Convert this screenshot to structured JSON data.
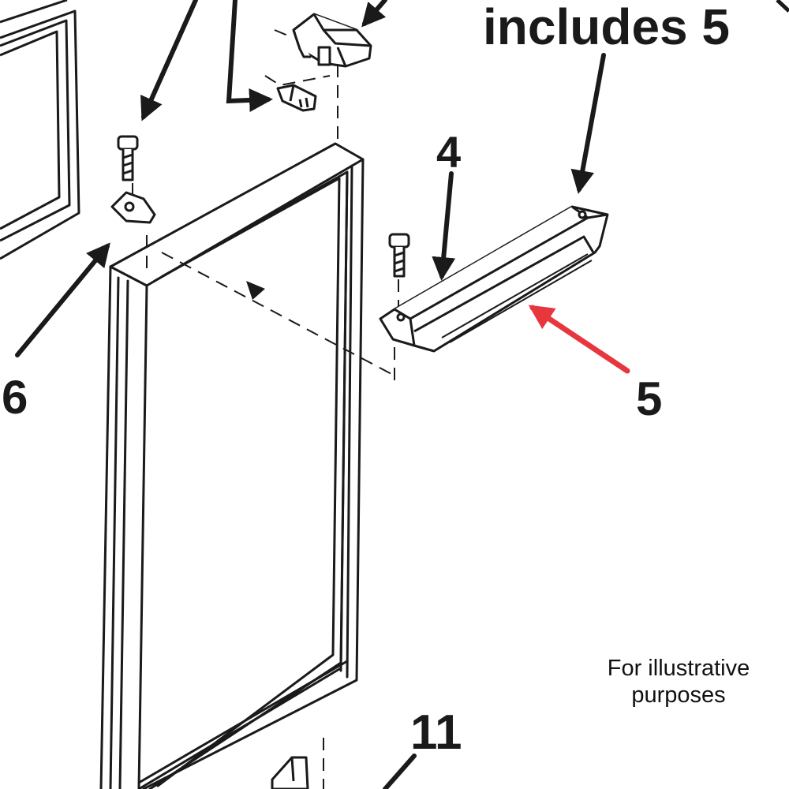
{
  "callouts": {
    "includes_label": "includes 5",
    "part_4": "4",
    "part_5": "5",
    "part_6": "6",
    "part_11": "11"
  },
  "note": {
    "line1": "For illustrative",
    "line2": "purposes"
  },
  "colors": {
    "line": "#1a1a1a",
    "highlight_arrow": "#e8363f",
    "background": "#ffffff"
  }
}
